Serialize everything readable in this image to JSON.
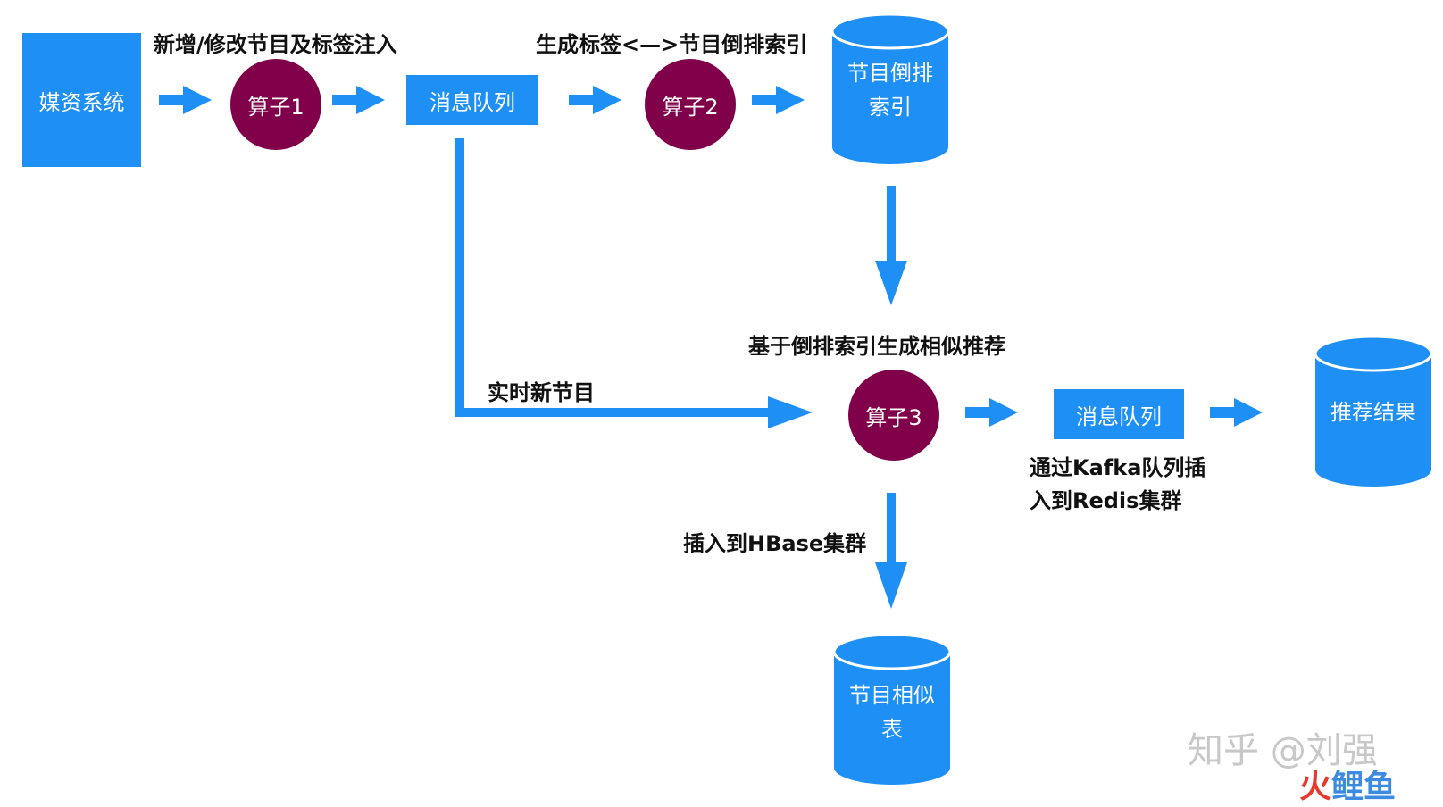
{
  "nodes": {
    "media_system": "媒资系统",
    "operator1": "算子1",
    "mq1": "消息队列",
    "operator2": "算子2",
    "inverted_index": [
      "节目倒排",
      "索引"
    ],
    "operator3": "算子3",
    "mq2": "消息队列",
    "recommend_result": "推荐结果",
    "similar_table": [
      "节目相似",
      "表"
    ]
  },
  "labels": {
    "add_modify": "新增/修改节目及标签注入",
    "gen_index": "生成标签<—>节目倒排索引",
    "similar_rec": "基于倒排索引生成相似推荐",
    "realtime": "实时新节目",
    "kafka_redis": [
      "通过Kafka队列插",
      "入到Redis集群"
    ],
    "hbase": "插入到HBase集群"
  },
  "watermark": {
    "zhihu": "知乎 @刘强",
    "brand_part1": "火",
    "brand_part2": "鲤鱼"
  },
  "colors": {
    "node_blue": "#1e90f5",
    "operator_purple": "#800049",
    "arrow_blue": "#1e90f5",
    "brand_red": "#e8392f",
    "brand_blue": "#3d8be0"
  }
}
